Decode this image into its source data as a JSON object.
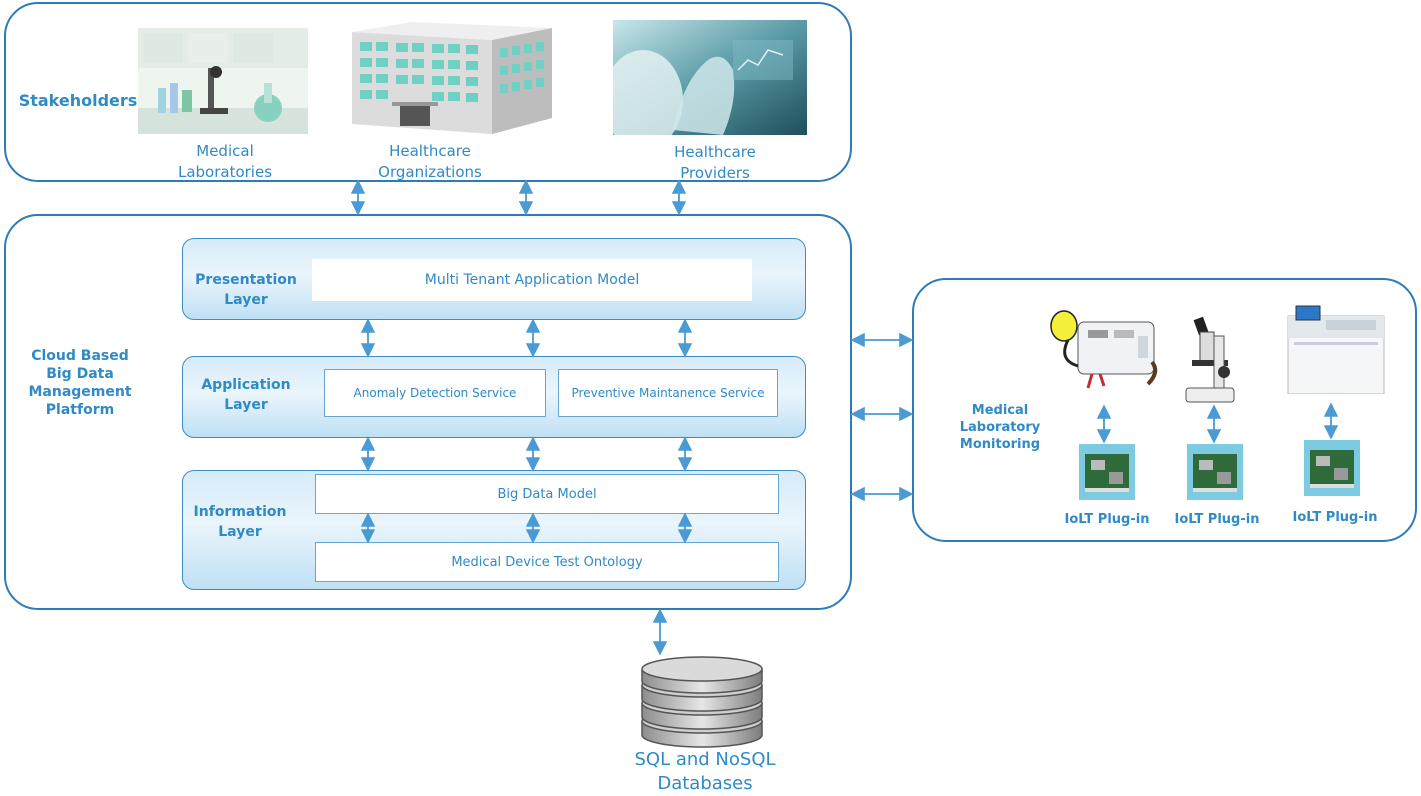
{
  "stakeholders": {
    "title": "Stakeholders",
    "items": [
      {
        "line1": "Medical",
        "line2": "Laboratories",
        "icon": "laboratory-photo-icon"
      },
      {
        "line1": "Healthcare",
        "line2": "Organizations",
        "icon": "hospital-building-icon"
      },
      {
        "line1": "Healthcare",
        "line2": "Providers",
        "icon": "doctor-photo-icon"
      }
    ]
  },
  "platform": {
    "title_lines": [
      "Cloud Based",
      "Big Data",
      "Management",
      "Platform"
    ],
    "presentation": {
      "label_lines": [
        "Presentation",
        "Layer"
      ],
      "service": "Multi Tenant Application Model"
    },
    "application": {
      "label_lines": [
        "Application",
        "Layer"
      ],
      "services": [
        "Anomaly Detection Service",
        "Preventive Maintanence Service"
      ]
    },
    "information": {
      "label_lines": [
        "Information",
        "Layer"
      ],
      "models": [
        "Big Data Model",
        "Medical Device Test Ontology"
      ]
    }
  },
  "monitoring": {
    "title_lines": [
      "Medical",
      "Laboratory",
      "Monitoring"
    ],
    "plugins": [
      "IoLT Plug-in",
      "IoLT Plug-in",
      "IoLT Plug-in"
    ],
    "devices": [
      "lab-analyzer-device-icon",
      "microscope-icon",
      "lab-instrument-icon"
    ]
  },
  "databases": {
    "lines": [
      "SQL and NoSQL",
      "Databases"
    ],
    "icon": "database-stack-icon"
  },
  "colors": {
    "border": "#2d7bb7",
    "text": "#2f8ac6",
    "arrow": "#4a9ad4"
  }
}
